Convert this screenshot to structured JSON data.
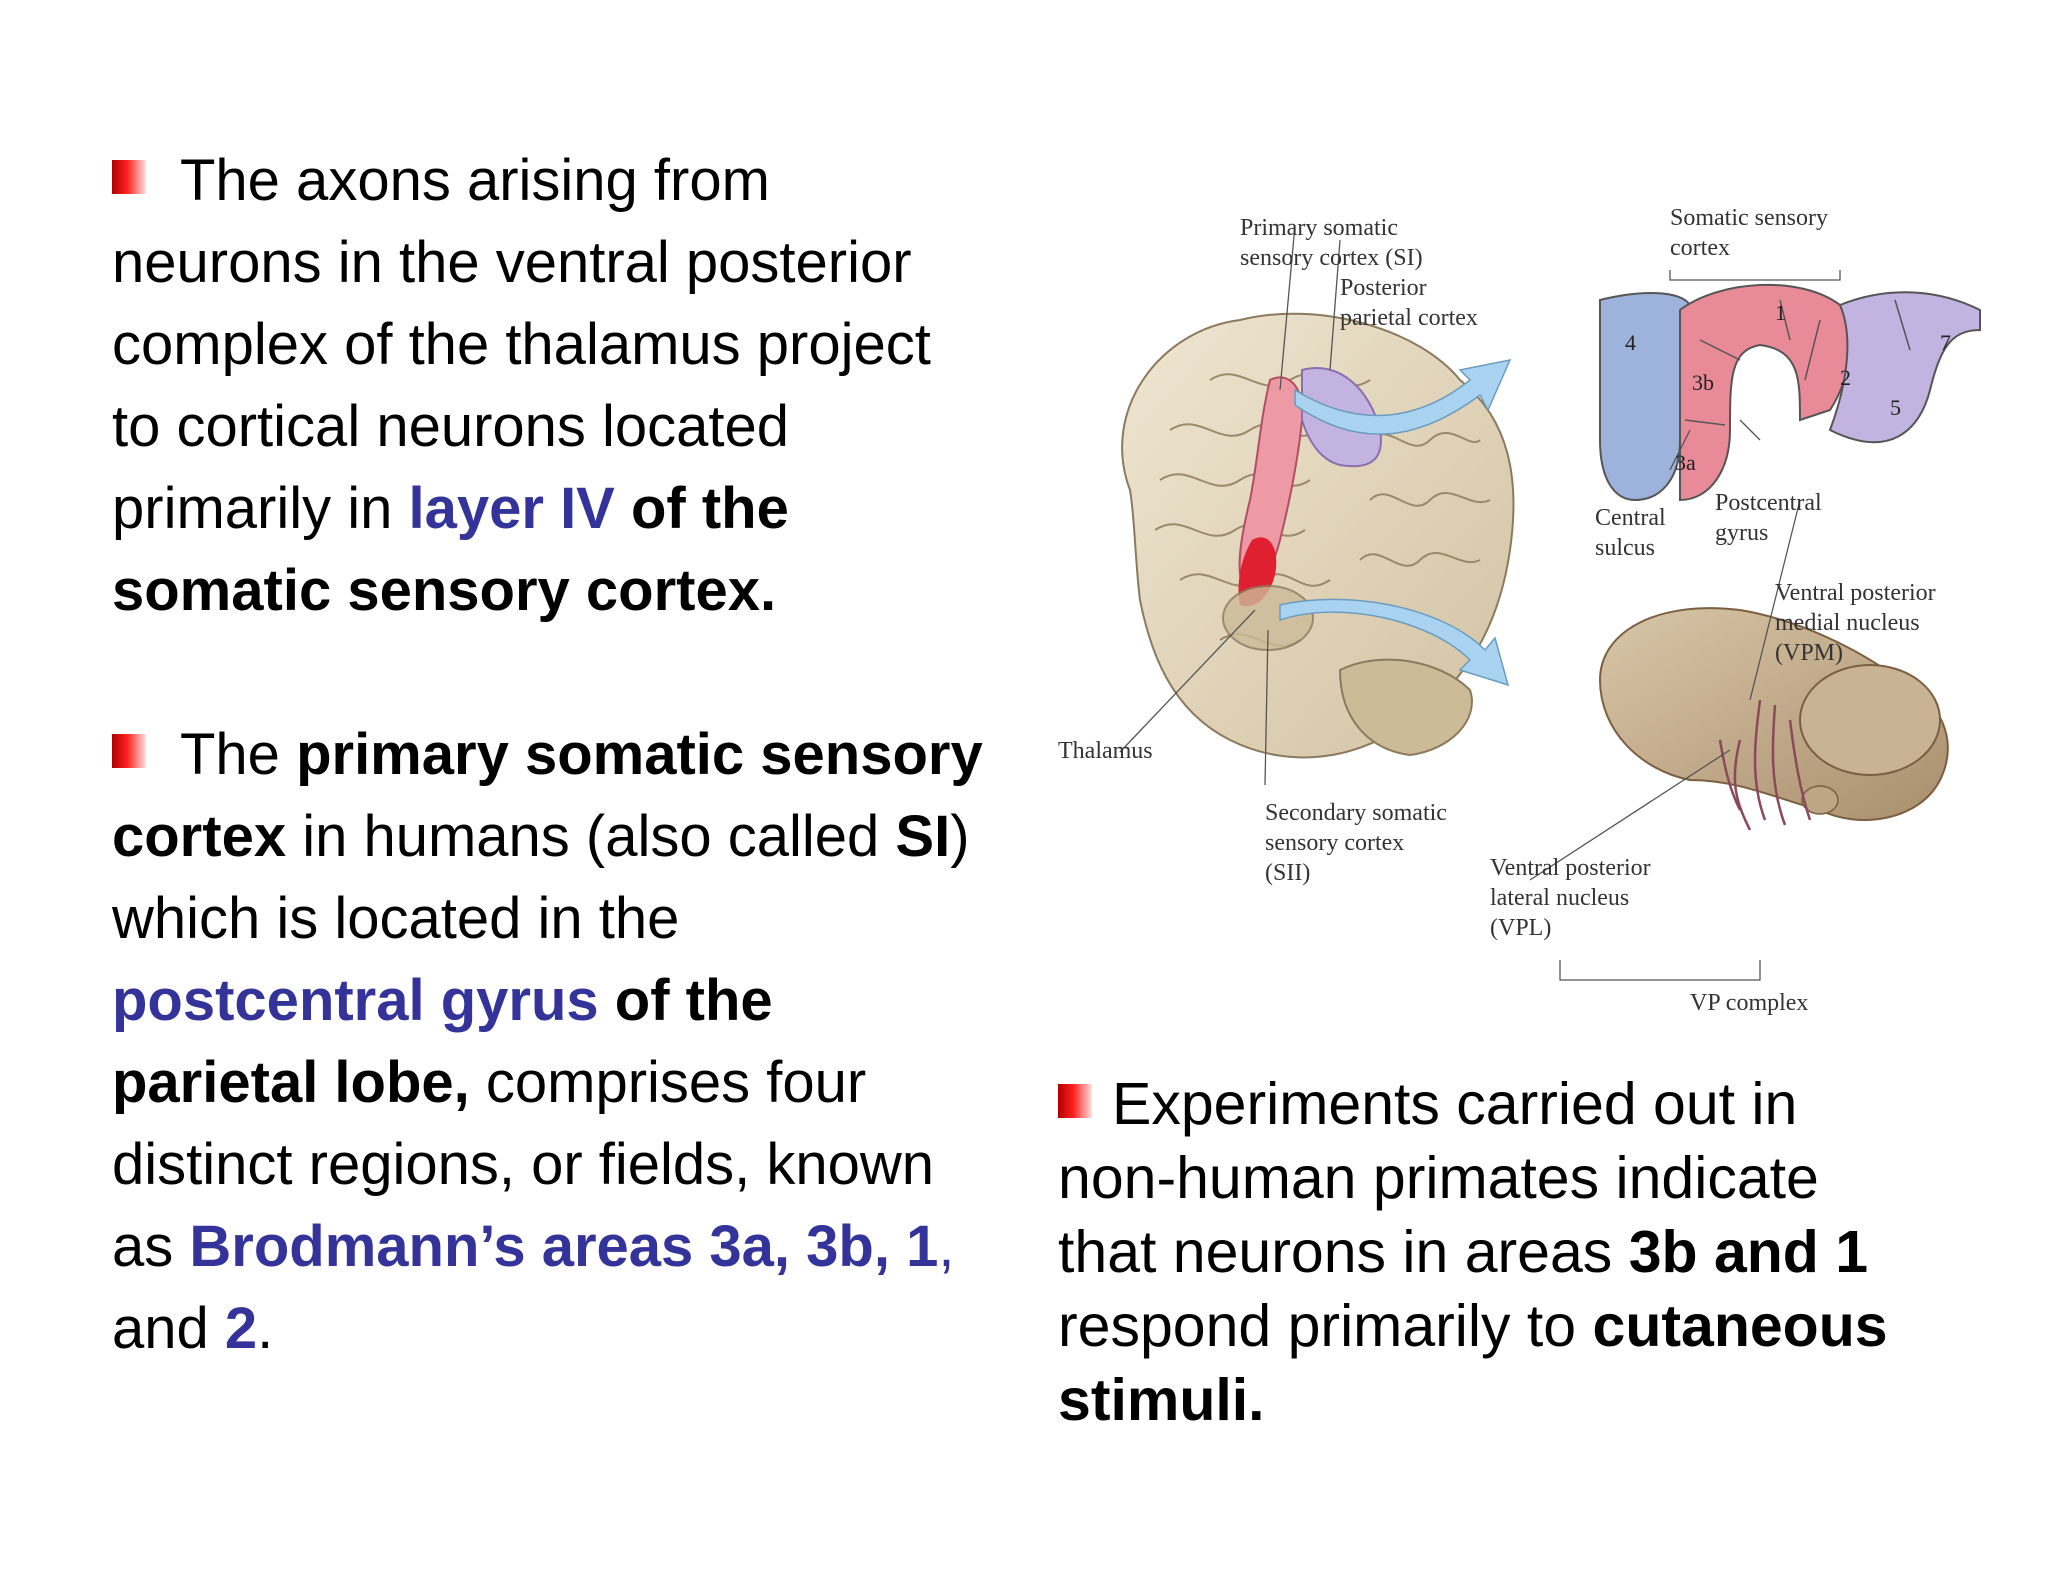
{
  "paragraph1": {
    "l1": "The axons arising from",
    "l2": "neurons in the ventral posterior",
    "l3": "complex of the thalamus project",
    "l4": "to cortical neurons located",
    "l5a": "primarily in ",
    "l5b": "layer IV",
    "l5c": " of the",
    "l6": "somatic sensory cortex."
  },
  "paragraph2": {
    "l1a": "The ",
    "l1b": "primary somatic sensory",
    "l2a": "cortex",
    "l2b": " in humans (also called ",
    "l2c": "SI",
    "l2d": ")",
    "l3": "which is located in the",
    "l4a": "postcentral gyrus",
    "l4b": " of the",
    "l5a": "parietal lobe,",
    "l5b": " comprises four",
    "l6": "distinct regions, or fields, known",
    "l7a": "as ",
    "l7b": "Brodmann’s areas 3a, 3b, 1",
    "l7c": ",",
    "l8a": "and ",
    "l8b": "2",
    "l8c": "."
  },
  "paragraph3": {
    "l1": "Experiments carried out in",
    "l2": "non-human primates indicate",
    "l3a": "that neurons in areas ",
    "l3b": "3b and 1",
    "l4a": "respond primarily to ",
    "l4b": "cutaneous",
    "l5": "stimuli."
  },
  "figure": {
    "primary_1": "Primary somatic",
    "primary_2": "sensory cortex (SI)",
    "posterior_1": "Posterior",
    "posterior_2": "parietal cortex",
    "somatic_1": "Somatic sensory",
    "somatic_2": "cortex",
    "area_4": "4",
    "area_3b": "3b",
    "area_1": "1",
    "area_2": "2",
    "area_5": "5",
    "area_7": "7",
    "area_3a": "3a",
    "central_1": "Central",
    "central_2": "sulcus",
    "postcentral_1": "Postcentral",
    "postcentral_2": "gyrus",
    "vpm_1": "Ventral posterior",
    "vpm_2": "medial nucleus",
    "vpm_3": "(VPM)",
    "thalamus": "Thalamus",
    "secondary_1": "Secondary somatic",
    "secondary_2": "sensory cortex",
    "secondary_3": "(SII)",
    "vpl_1": "Ventral posterior",
    "vpl_2": "lateral nucleus",
    "vpl_3": "(VPL)",
    "vp_complex": "VP complex"
  },
  "colors": {
    "emphasis_blue": "#333399",
    "brain": "#e8dcc4",
    "area_pink": "#e98a98",
    "area_blue": "#9db3dc",
    "area_lavender": "#c3b3e0",
    "arrow": "#a9d3f0",
    "thalamus": "#c9b395"
  }
}
